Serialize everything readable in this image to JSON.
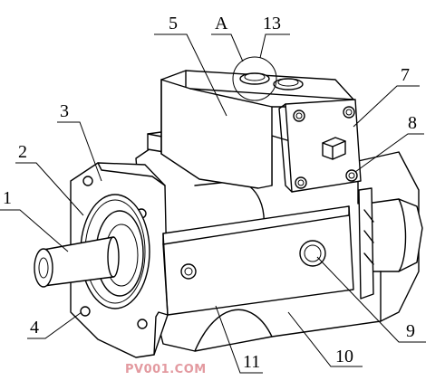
{
  "labels": {
    "l1": "1",
    "l2": "2",
    "l3": "3",
    "l4": "4",
    "l5": "5",
    "l7": "7",
    "l8": "8",
    "l9": "9",
    "l10": "10",
    "l11": "11",
    "l13": "13",
    "lA": "A"
  },
  "watermark": "PV001.COM"
}
